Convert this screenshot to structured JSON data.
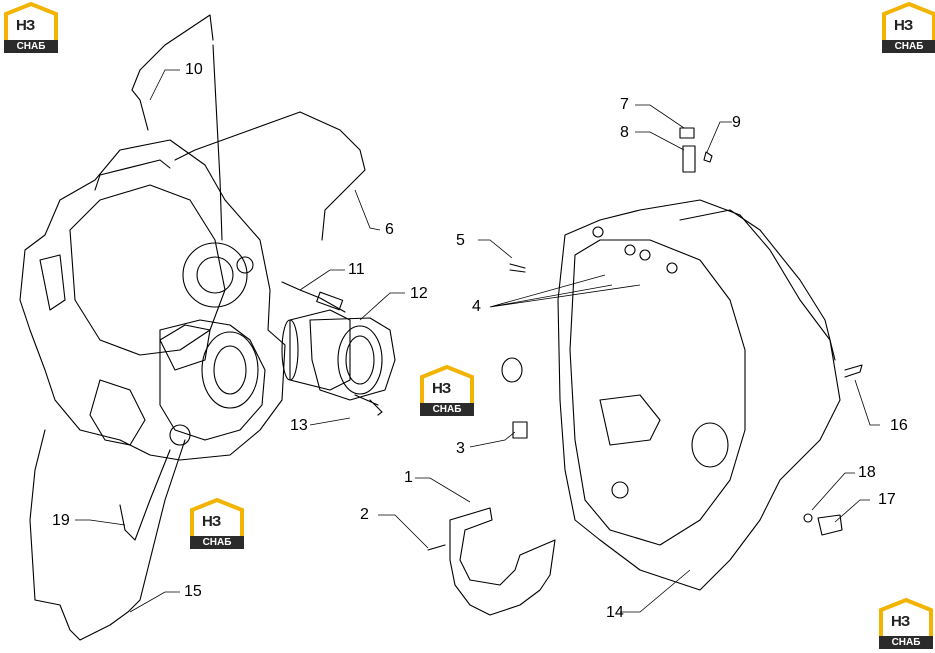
{
  "brand": {
    "logo_text": "НЗ",
    "logo_subtext": "СНАБ",
    "accent": "#f2b400"
  },
  "callouts": [
    "1",
    "2",
    "3",
    "4",
    "5",
    "6",
    "7",
    "8",
    "9",
    "10",
    "11",
    "12",
    "13",
    "14",
    "15",
    "16",
    "17",
    "18",
    "19"
  ]
}
